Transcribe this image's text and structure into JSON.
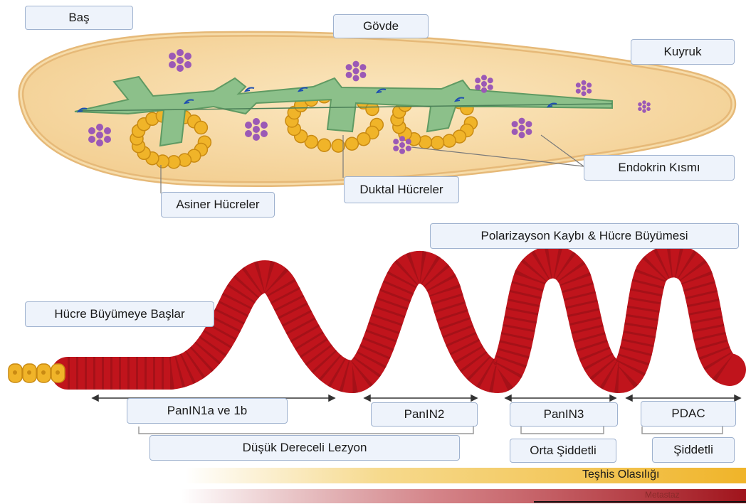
{
  "labels": {
    "head": "Baş",
    "body": "Gövde",
    "tail": "Kuyruk",
    "endocrine": "Endokrin Kısmı",
    "acinar": "Asiner Hücreler",
    "ductal": "Duktal Hücreler",
    "polarization": "Polarizayson Kaybı & Hücre Büyümesi",
    "growth_start": "Hücre Büyümeye Başlar"
  },
  "stages": {
    "panin1": "PanIN1a ve 1b",
    "panin2": "PanIN2",
    "panin3": "PanIN3",
    "pdac": "PDAC"
  },
  "grades": {
    "low": "Düşük Dereceli Lezyon",
    "medium": "Orta Şiddetli",
    "severe": "Şiddetli"
  },
  "bars": {
    "diagnosis": "Teşhis Olasılığı",
    "metastasis": "Metastaz"
  },
  "colors": {
    "pancreas_fill": "#f8dfb0",
    "duct": "#8cc08a",
    "acinar": "#f0b429",
    "islet": "#9b59b6",
    "epithelium": "#c0141c",
    "diagnosis_bar": "#f0c040",
    "metastasis_bar": "#a0141c"
  }
}
